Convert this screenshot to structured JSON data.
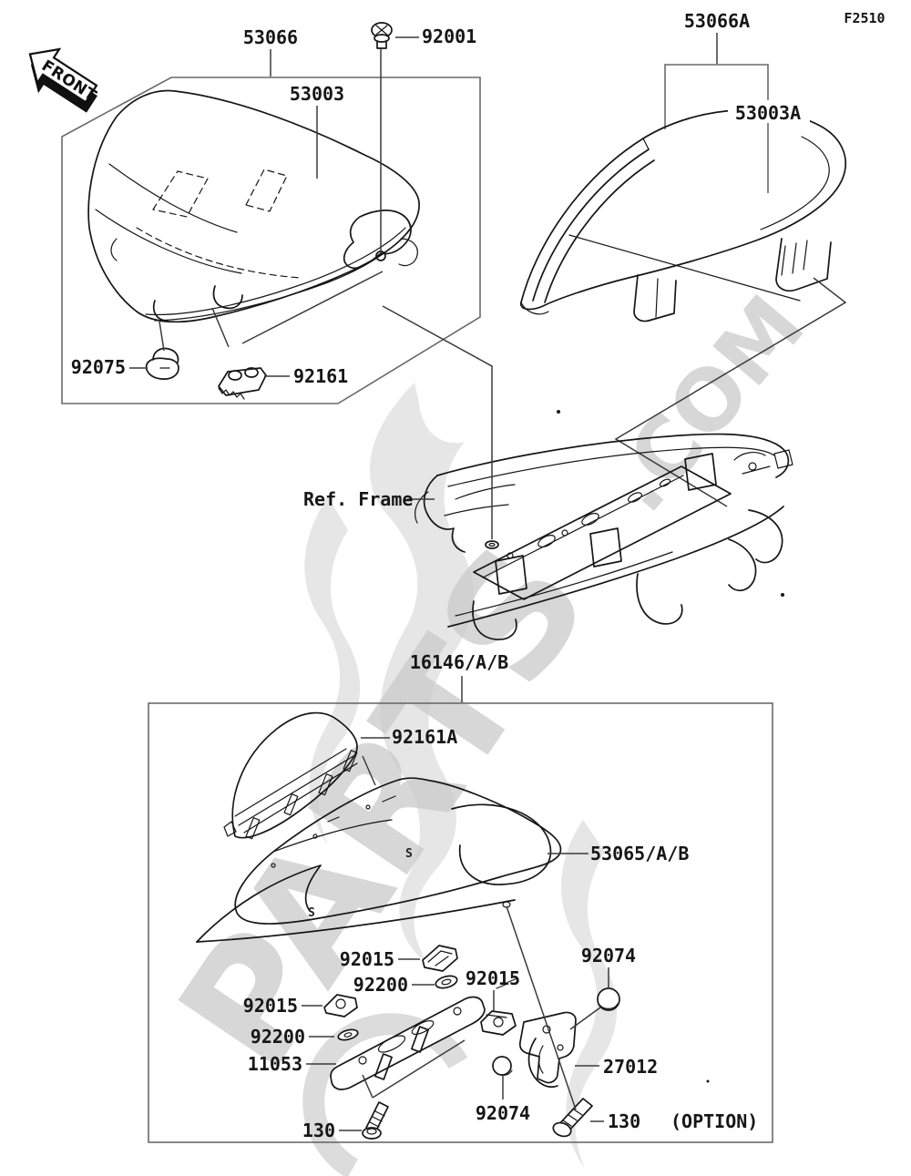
{
  "figure": {
    "code": "F2510"
  },
  "front_arrow": {
    "label": "FRONT"
  },
  "watermark": {
    "main": "PARTS",
    "top": ".COM"
  },
  "marks": {
    "s": "S"
  },
  "labels": {
    "p53066": "53066",
    "p92001": "92001",
    "p53066A": "53066A",
    "p53003": "53003",
    "p53003A": "53003A",
    "p92075": "92075",
    "p92161": "92161",
    "refFrame": "Ref. Frame",
    "p16146": "16146/A/B",
    "p92161A": "92161A",
    "p53065": "53065/A/B",
    "p92015_top": "92015",
    "p92200_top": "92200",
    "p92015_mid": "92015",
    "p92015_left": "92015",
    "p92200_left": "92200",
    "p11053": "11053",
    "p130_left": "130",
    "p92074_top": "92074",
    "p27012": "27012",
    "p92074_bot": "92074",
    "p130_right": "130",
    "option": "(OPTION)"
  }
}
